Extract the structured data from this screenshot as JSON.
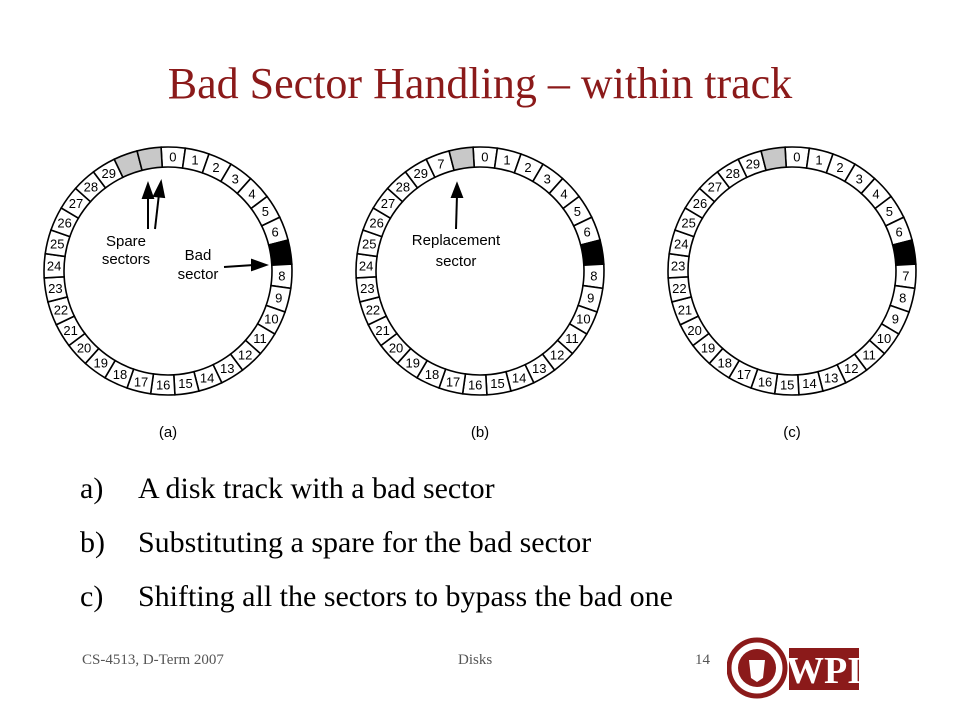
{
  "slide": {
    "title": "Bad Sector Handling – within track",
    "list": [
      {
        "marker": "a)",
        "text": "A disk track with a bad sector"
      },
      {
        "marker": "b)",
        "text": "Substituting a spare for the bad sector"
      },
      {
        "marker": "c)",
        "text": "Shifting all the sectors to bypass the bad one"
      }
    ],
    "footer": {
      "left": "CS-4513, D-Term 2007",
      "center": "Disks",
      "page": "14"
    },
    "logo": {
      "text": "WPI"
    }
  },
  "diagram": {
    "colors": {
      "spare": "#c8c8c8",
      "bad": "#000000",
      "normal": "#ffffff",
      "stroke": "#000000"
    },
    "tracks": [
      {
        "caption": "(a)",
        "sectors": [
          "0",
          "1",
          "2",
          "3",
          "4",
          "5",
          "6",
          "bad",
          "8",
          "9",
          "10",
          "11",
          "12",
          "13",
          "14",
          "15",
          "16",
          "17",
          "18",
          "19",
          "20",
          "21",
          "22",
          "23",
          "24",
          "25",
          "26",
          "27",
          "28",
          "29",
          "spare",
          "spare"
        ],
        "annotations": [
          "Spare",
          "sectors",
          "Bad",
          "sector"
        ]
      },
      {
        "caption": "(b)",
        "sectors": [
          "0",
          "1",
          "2",
          "3",
          "4",
          "5",
          "6",
          "bad",
          "8",
          "9",
          "10",
          "11",
          "12",
          "13",
          "14",
          "15",
          "16",
          "17",
          "18",
          "19",
          "20",
          "21",
          "22",
          "23",
          "24",
          "25",
          "26",
          "27",
          "28",
          "29",
          "7",
          "spare"
        ],
        "annotations": [
          "Replacement",
          "sector"
        ]
      },
      {
        "caption": "(c)",
        "sectors": [
          "0",
          "1",
          "2",
          "3",
          "4",
          "5",
          "6",
          "bad",
          "7",
          "8",
          "9",
          "10",
          "11",
          "12",
          "13",
          "14",
          "15",
          "16",
          "17",
          "18",
          "19",
          "20",
          "21",
          "22",
          "23",
          "24",
          "25",
          "26",
          "27",
          "28",
          "29",
          "spare"
        ],
        "annotations": []
      }
    ]
  }
}
